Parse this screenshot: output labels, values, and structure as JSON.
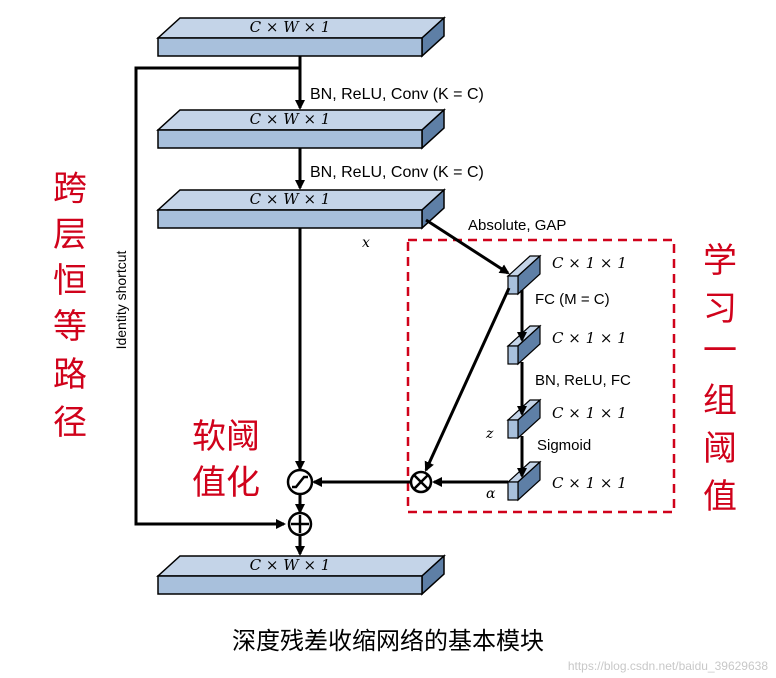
{
  "blocks": {
    "top": "C × W × 1",
    "second": "C × W × 1",
    "third": "C × W × 1",
    "bottom": "C × W × 1"
  },
  "edges": {
    "conv1": "BN, ReLU, Conv (K = C)",
    "conv2": "BN, ReLU, Conv (K = C)",
    "abs_gap": "Absolute, GAP",
    "fc1": "FC (M = C)",
    "bn_fc": "BN, ReLU, FC",
    "sigmoid": "Sigmoid"
  },
  "small_blocks": {
    "b1": "C × 1 × 1",
    "b2": "C × 1 × 1",
    "b3": "C × 1 × 1",
    "b4": "C × 1 × 1"
  },
  "vars": {
    "x": "x",
    "z": "z",
    "alpha": "α"
  },
  "labels": {
    "identity_shortcut": "Identity shortcut",
    "left_cn": [
      "跨",
      "层",
      "恒",
      "等",
      "路",
      "径"
    ],
    "right_cn": [
      "学",
      "习",
      "一",
      "组",
      "阈",
      "值"
    ],
    "soft_threshold": [
      "软阈",
      "值化"
    ],
    "caption": "深度残差收缩网络的基本模块",
    "watermark": "https://blog.csdn.net/baidu_39629638"
  },
  "colors": {
    "block_fill": "#a8c0dc",
    "block_side": "#5e7fa6",
    "red": "#d0021b",
    "line": "#000000"
  }
}
